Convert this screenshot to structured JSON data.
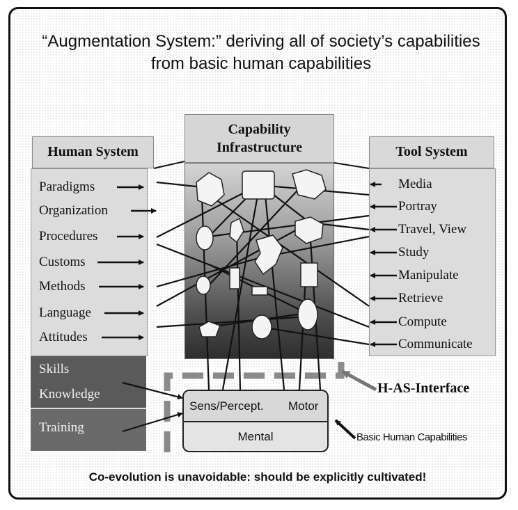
{
  "title": {
    "line1": "“Augmentation System:” deriving all of society’s capabilities",
    "line2": "from basic human capabilities"
  },
  "human_system": {
    "heading": "Human System",
    "items": [
      "Paradigms",
      "Organization",
      "Procedures",
      "Customs",
      "Methods",
      "Language",
      "Attitudes"
    ]
  },
  "capability_infrastructure": {
    "heading_line1": "Capability",
    "heading_line2": "Infrastructure"
  },
  "tool_system": {
    "heading": "Tool System",
    "items": [
      "Media",
      "Portray",
      "Travel, View",
      "Study",
      "Manipulate",
      "Retrieve",
      "Compute",
      "Communicate"
    ]
  },
  "skills_knowledge": {
    "line1": "Skills",
    "line2": "Knowledge"
  },
  "training": "Training",
  "basic_human_capabilities": {
    "sens": "Sens/Percept.",
    "motor": "Motor",
    "mental": "Mental"
  },
  "has_interface_label": "H-AS-Interface",
  "bhc_label": "Basic Human Capabilities",
  "footer": "Co-evolution is unavoidable: should be explicitly cultivated!"
}
